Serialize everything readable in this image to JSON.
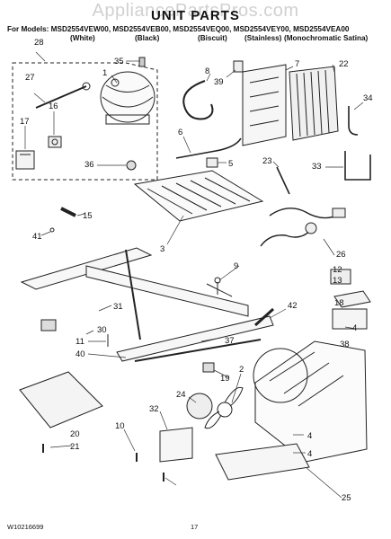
{
  "watermark": "AppliancePartsPros.com",
  "title": "UNIT PARTS",
  "models_line": "For Models: MSD2554VEW00, MSD2554VEB00, MSD2554VEQ00, MSD2554VEY00, MSD2554VEA00",
  "finishes": [
    "(White)",
    "(Black)",
    "(Biscuit)",
    "(Stainless)",
    "(Monochromatic Satina)"
  ],
  "footer": {
    "doc_number": "W10216699",
    "page_number": "17"
  },
  "callouts": [
    "28",
    "35",
    "27",
    "8",
    "39",
    "7",
    "22",
    "16",
    "17",
    "34",
    "36",
    "6",
    "5",
    "23",
    "33",
    "15",
    "41",
    "3",
    "26",
    "9",
    "12",
    "13",
    "31",
    "30",
    "18",
    "11",
    "42",
    "4",
    "37",
    "40",
    "38",
    "19",
    "2",
    "24",
    "32",
    "10",
    "20",
    "21",
    "4",
    "4",
    "25",
    "1"
  ]
}
